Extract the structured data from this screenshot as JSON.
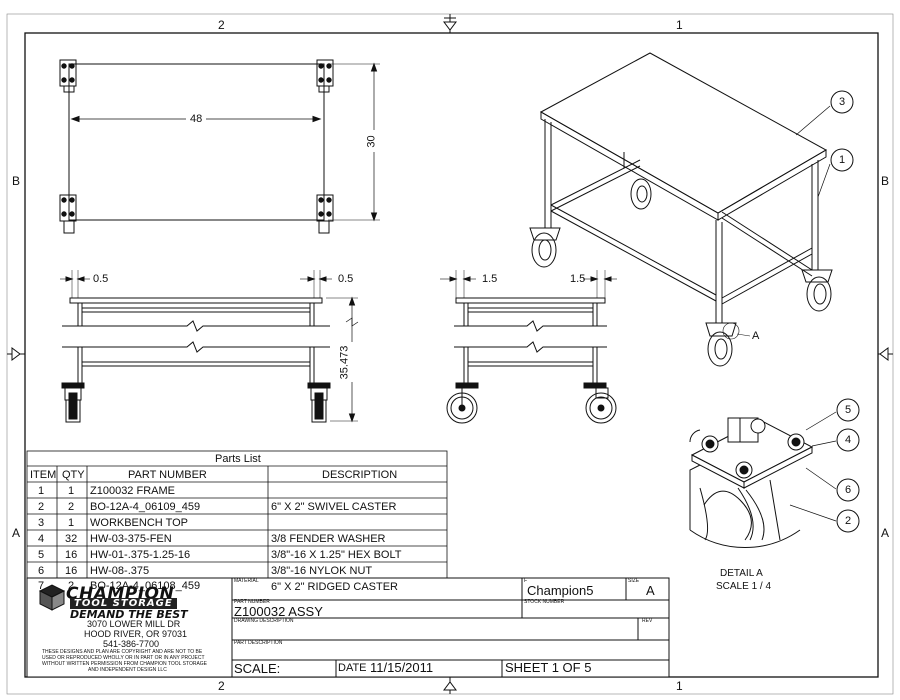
{
  "zones": {
    "top_left": "2",
    "top_right": "1",
    "bottom_left": "2",
    "bottom_right": "1",
    "left_top": "B",
    "left_bottom": "A",
    "right_top": "B",
    "right_bottom": "A"
  },
  "dims": {
    "width": "48",
    "depth": "30",
    "overhang_left": "0.5",
    "overhang_right": "0.5",
    "side_left": "1.5",
    "side_right": "1.5",
    "height": "35.473"
  },
  "detail_point": "A",
  "balloons": [
    "1",
    "2",
    "3",
    "4",
    "5",
    "6"
  ],
  "detail": {
    "title": "DETAIL  A",
    "scale": "SCALE 1 / 4"
  },
  "parts_list": {
    "title": "Parts List",
    "headers": [
      "ITEM",
      "QTY",
      "PART NUMBER",
      "DESCRIPTION"
    ],
    "rows": [
      [
        "1",
        "1",
        "Z100032 FRAME",
        ""
      ],
      [
        "2",
        "2",
        "BO-12A-4_06109_459",
        "6\" X 2\" SWIVEL CASTER"
      ],
      [
        "3",
        "1",
        "WORKBENCH TOP",
        ""
      ],
      [
        "4",
        "32",
        "HW-03-375-FEN",
        "3/8 FENDER WASHER"
      ],
      [
        "5",
        "16",
        "HW-01-.375-1.25-16",
        "3/8\"-16 X 1.25\" HEX BOLT"
      ],
      [
        "6",
        "16",
        "HW-08-.375",
        "3/8\"-16 NYLOK NUT"
      ],
      [
        "7",
        "2",
        "BO-12A-4_06108_459",
        "6\" X 2\" RIDGED CASTER"
      ]
    ]
  },
  "title_block": {
    "material_label": "MATERIAL",
    "material": "6\" X 2\" RIDGED CASTER",
    "f_label": "F",
    "designer": "Champion5",
    "size_label": "SIZE",
    "size": "A",
    "part_number_label": "PART NUMBER",
    "part_number": "Z100032 ASSY",
    "stock_number_label": "STOCK NUMBER",
    "drawing_description_label": "DRAWING DESCRIPTION",
    "rev_label": "REV",
    "part_description_label": "PART DESCRIPTION",
    "scale_label": "SCALE:",
    "date_label": "DATE",
    "date": "11/15/2011",
    "sheet": "SHEET 1  OF 5"
  },
  "company": {
    "logo_name": "CHAMPION",
    "logo_sub": "TOOL STORAGE",
    "slogan": "DEMAND THE BEST",
    "address1": "3070 LOWER MILL DR",
    "address2": "HOOD RIVER, OR 97031",
    "phone": "541-386-7700",
    "notice1": "THESE DESIGNS AND PLAN ARE COPYRIGHT AND ARE NOT TO BE",
    "notice2": "USED OR REPRODUCED WHOLLY OR IN PART OR IN ANY PROJECT",
    "notice3": "WITHOUT WRITTEN PERMISSION FROM CHAMPION TOOL STORAGE",
    "notice4": "AND INDEPENDENT DESIGN LLC"
  }
}
